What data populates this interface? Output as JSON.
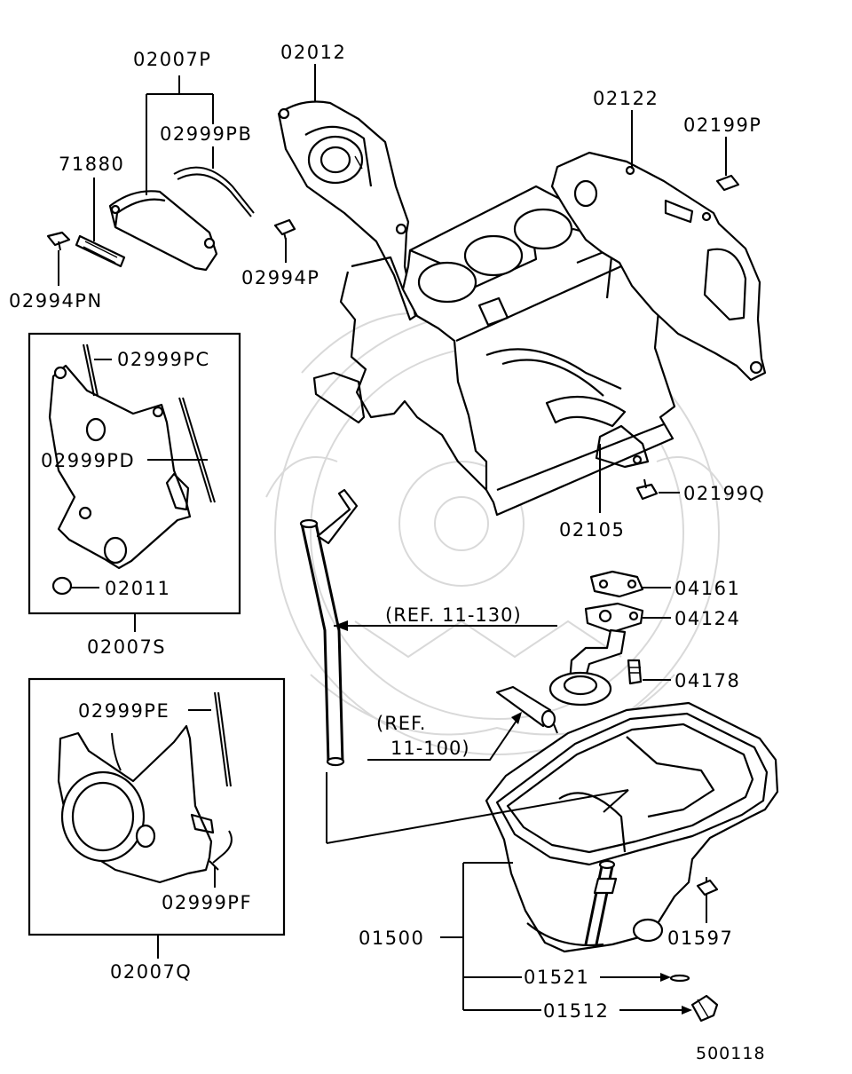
{
  "diagram_id": "500118",
  "labels": {
    "p02007P": "02007P",
    "p02012": "02012",
    "p02999PB": "02999PB",
    "p71880": "71880",
    "p02994PN": "02994PN",
    "p02994P": "02994P",
    "p02122": "02122",
    "p02199P": "02199P",
    "p02999PC": "02999PC",
    "p02999PD": "02999PD",
    "p02011": "02011",
    "p02007S": "02007S",
    "p02199Q": "02199Q",
    "p02105": "02105",
    "p04161": "04161",
    "p04124": "04124",
    "p04178": "04178",
    "p02999PE": "02999PE",
    "p02999PF": "02999PF",
    "p02007Q": "02007Q",
    "p01500": "01500",
    "p01597": "01597",
    "p01521": "01521",
    "p01512": "01512"
  },
  "refs": {
    "ref_11_130": "(REF. 11-130)",
    "ref_11_100_line1": "(REF.",
    "ref_11_100_line2": "11-100)"
  }
}
